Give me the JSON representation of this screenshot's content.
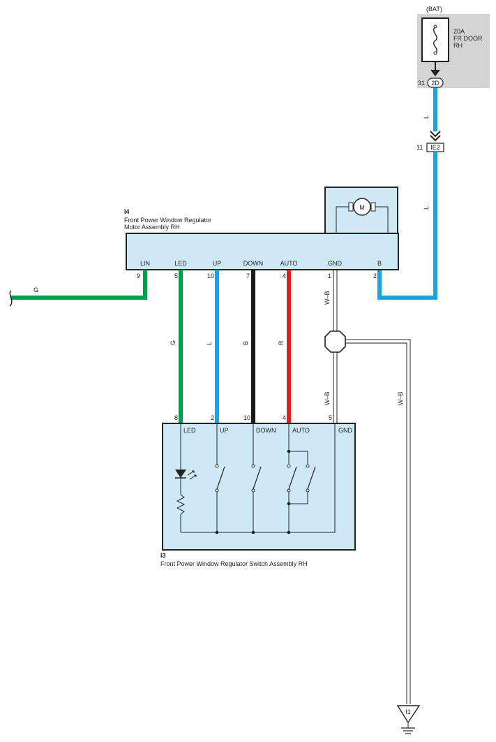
{
  "colors": {
    "green": "#009e49",
    "blue": "#1fa3e0",
    "black": "#1a1a1a",
    "red": "#e02020",
    "box_fill": "#cfe8f5",
    "fuse_bg": "#d4d4d4"
  },
  "fuse": {
    "source": "(BAT)",
    "rating": "20A",
    "name_line1": "FR DOOR",
    "name_line2": "RH",
    "connector": "2D",
    "connector_pin": "31"
  },
  "junction": {
    "connector": "IE2",
    "pin": "11"
  },
  "motor_assembly": {
    "code": "I4",
    "name_line1": "Front Power Window Regulator",
    "name_line2": "Motor Assembly RH",
    "motor_symbol": "M",
    "terminals": [
      {
        "label": "LIN",
        "pin": "9",
        "wire_color": "G"
      },
      {
        "label": "LED",
        "pin": "5",
        "wire_color": "G"
      },
      {
        "label": "UP",
        "pin": "10",
        "wire_color": "L"
      },
      {
        "label": "DOWN",
        "pin": "7",
        "wire_color": "B"
      },
      {
        "label": "AUTO",
        "pin": "4",
        "wire_color": "R"
      },
      {
        "label": "GND",
        "pin": "1",
        "wire_color": "W–B"
      },
      {
        "label": "B",
        "pin": "2",
        "wire_color": "L"
      }
    ]
  },
  "switch_assembly": {
    "code": "I3",
    "name": "Front Power Window Regulator Switch Assembly RH",
    "terminals": [
      {
        "label": "LED",
        "pin": "8"
      },
      {
        "label": "UP",
        "pin": "2"
      },
      {
        "label": "DOWN",
        "pin": "10"
      },
      {
        "label": "AUTO",
        "pin": "4"
      },
      {
        "label": "GND",
        "pin": "5"
      }
    ]
  },
  "wires": {
    "lin_left": "G",
    "power_upper": "L",
    "power_lower": "L",
    "gnd_upper": "W–B",
    "gnd_lower": "W–B",
    "gnd_right": "W–B"
  },
  "ground": {
    "code": "I1"
  }
}
